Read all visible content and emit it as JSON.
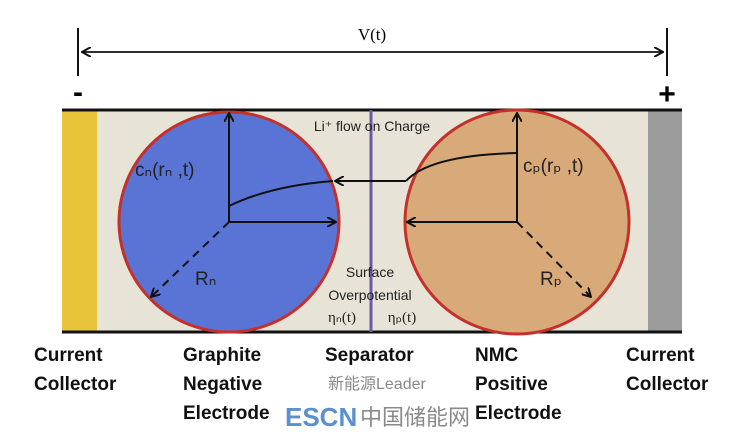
{
  "diagram": {
    "voltage_label": "V(t)",
    "negative_terminal": "-",
    "positive_terminal": "+",
    "li_flow_label": "Li⁺ flow on Charge",
    "cn_label": "cₙ(rₙ ,t)",
    "cp_label": "cₚ(rₚ ,t)",
    "rn_label": "Rₙ",
    "rp_label": "Rₚ",
    "surface_label": "Surface",
    "overpotential_label": "Overpotential",
    "eta_n_label": "ηₙ(t)",
    "eta_p_label": "ηₚ(t)",
    "colors": {
      "negative": "#5a74d6",
      "positive": "#d8aa7a",
      "collector_neg": "#e8c43a",
      "collector_pos": "#9c9c9c",
      "separator": "#6a5aa8",
      "electrolyte": "#e7e3d7",
      "particle_border": "#c4302a"
    }
  },
  "labels": {
    "left_collector": [
      "Current",
      "Collector"
    ],
    "negative_electrode": [
      "Graphite",
      "Negative",
      "Electrode"
    ],
    "separator": "Separator",
    "positive_electrode": [
      "NMC",
      "Positive",
      "Electrode"
    ],
    "right_collector": [
      "Current",
      "Collector"
    ]
  },
  "watermark": {
    "source": "新能源Leader",
    "brand": "ESCN",
    "brand_cn": "中国储能网"
  }
}
